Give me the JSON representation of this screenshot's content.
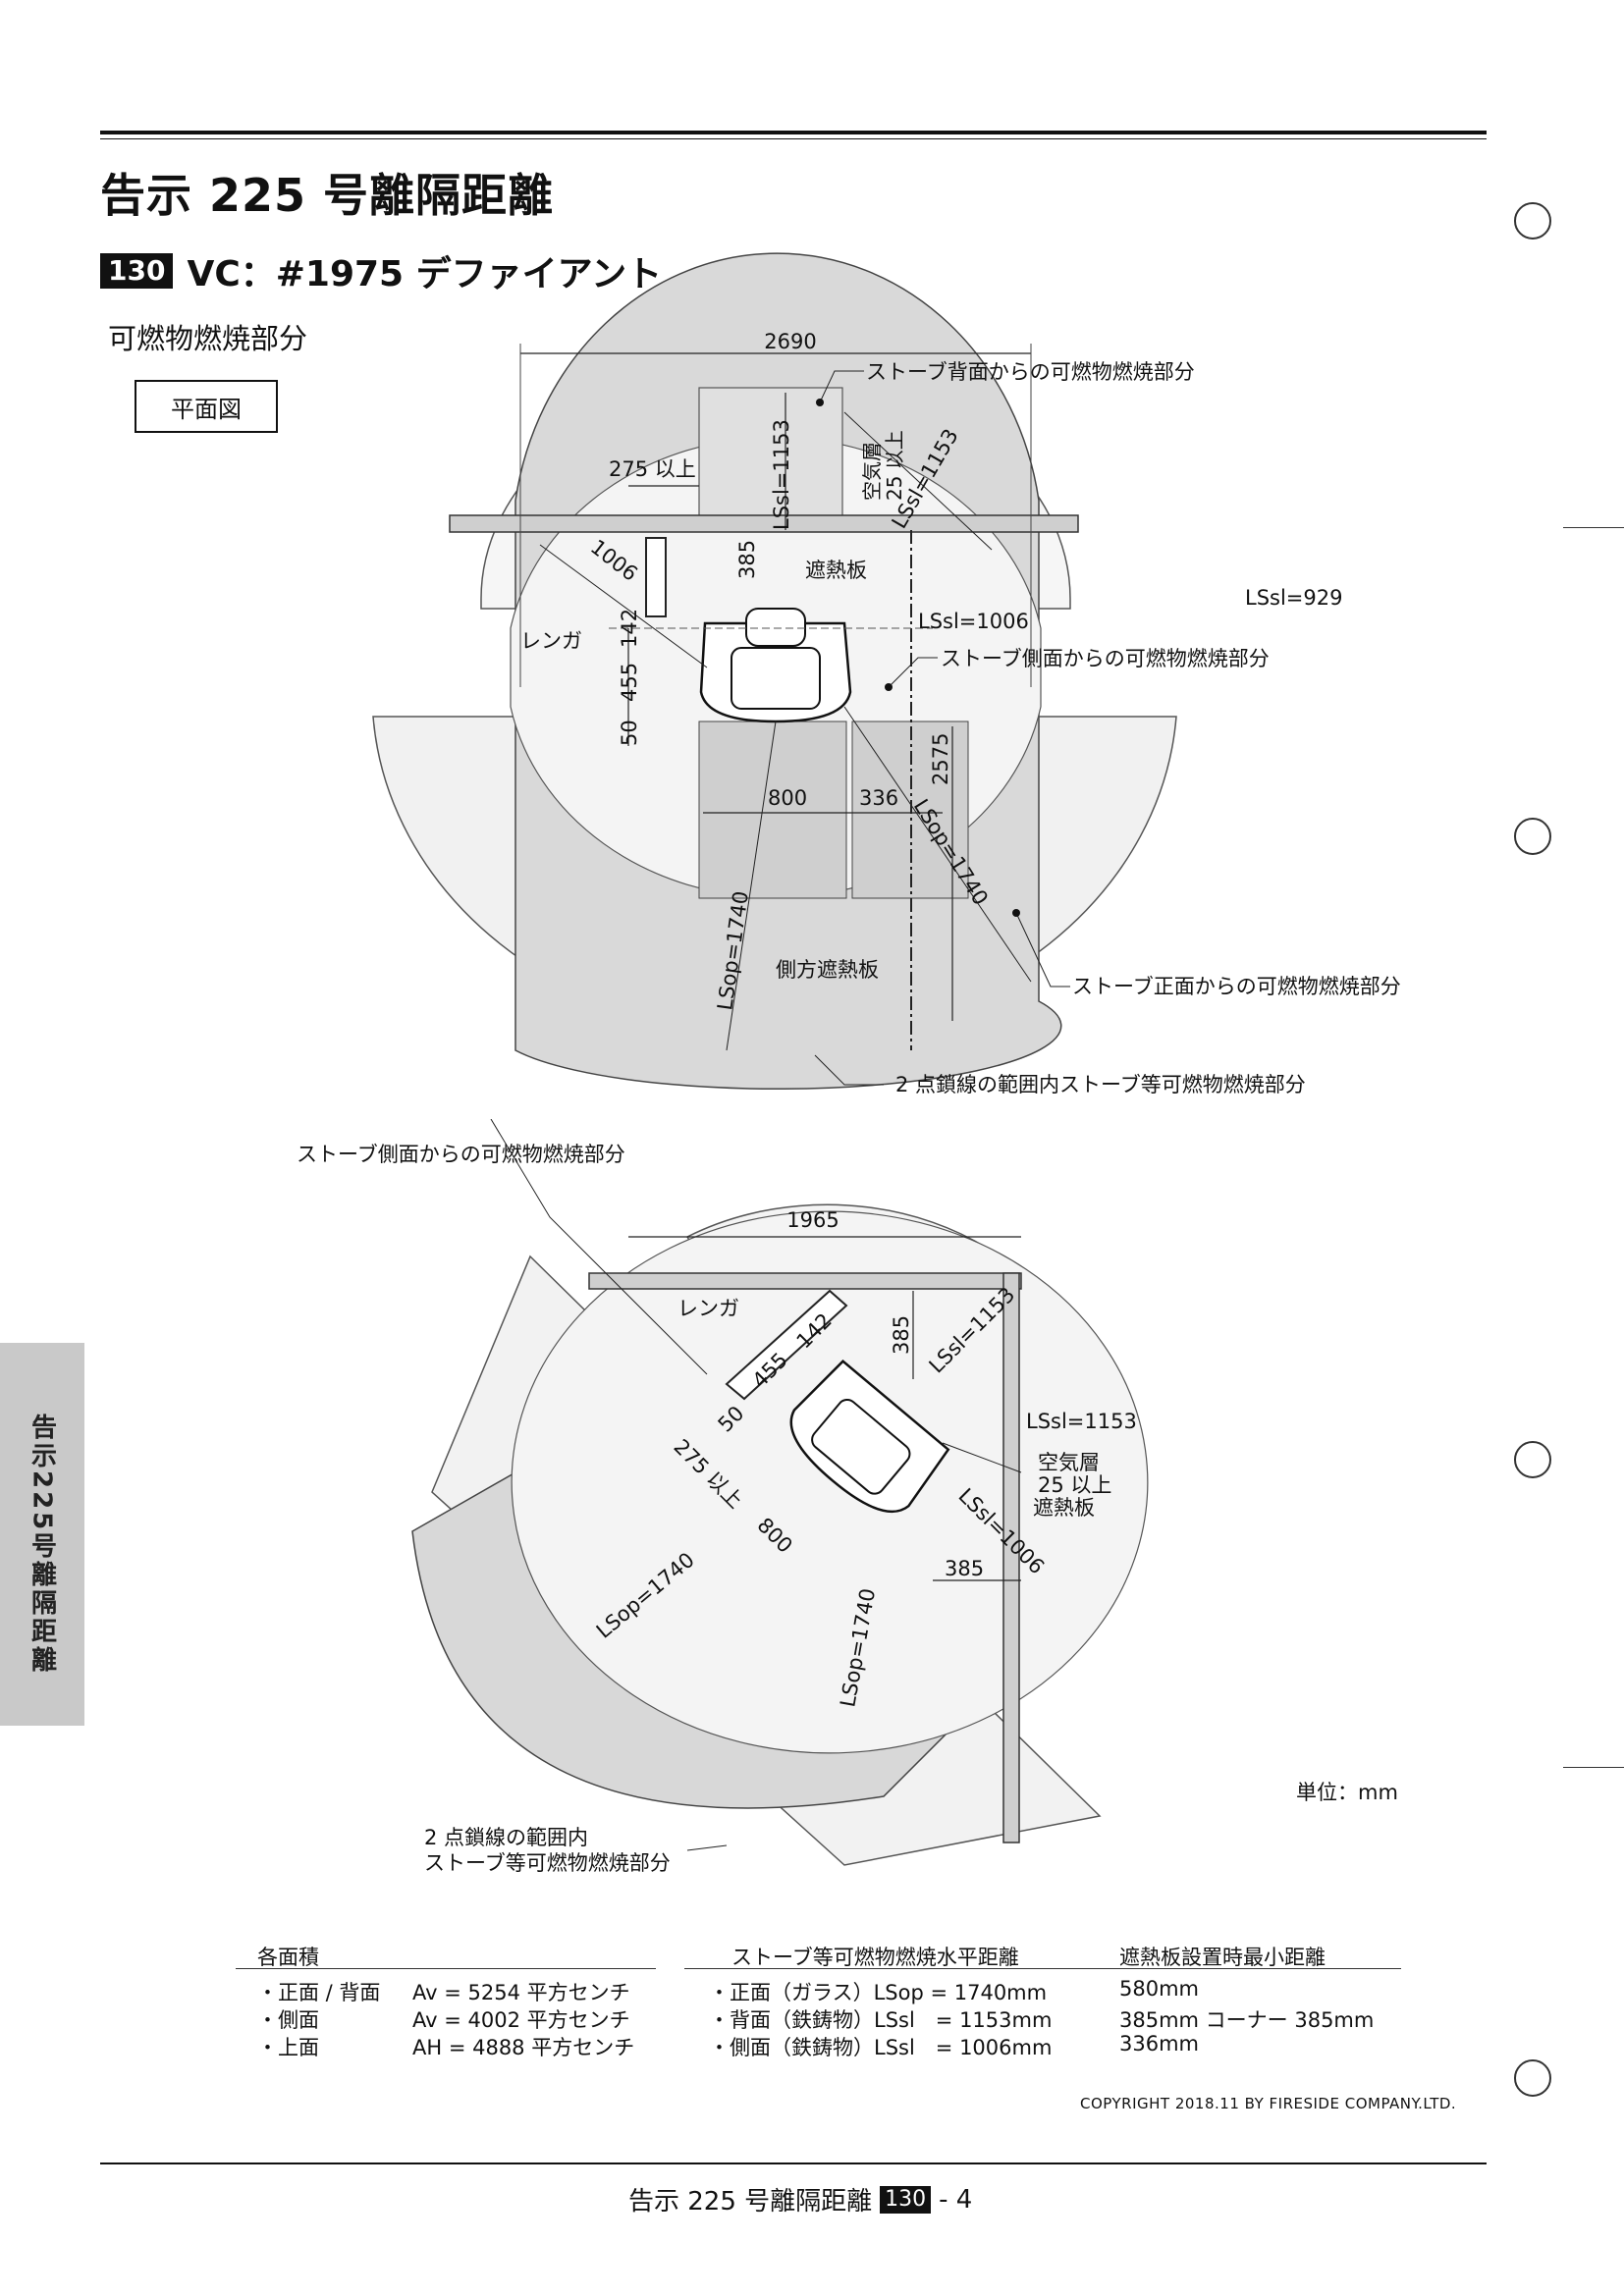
{
  "header": {
    "title": "告示 225 号離隔距離",
    "model_number": "130",
    "model_name": "VC：#1975 デファイアント"
  },
  "section_heading": "可燃物燃焼部分",
  "plan_label": "平面図",
  "side_tab": "告示225号離隔距離",
  "diagram1": {
    "dim_width": "2690",
    "callout_back": "ストーブ背面からの可燃物燃焼部分",
    "dim_275": "275 以上",
    "lssl_1153": "LSsl=1153",
    "air_layer": "空気層",
    "air_layer_min": "25 以上",
    "lssl_1153_diag": "LSsl=1153",
    "lssl_1006_diag": "1006",
    "dim_385": "385",
    "heat_shield": "遮熱板",
    "brick": "レンガ",
    "dim_142": "142",
    "dim_455": "455",
    "dim_50": "50",
    "lssl_1006": "LSsl=1006",
    "lssl_929": "LSsl=929",
    "callout_side": "ストーブ側面からの可燃物燃焼部分",
    "dim_2575": "2575",
    "dim_800": "800",
    "dim_336": "336",
    "lsop_1740_a": "LSop=1740",
    "lsop_1740_b": "LSop=1740",
    "side_heat_shield": "側方遮熱板",
    "callout_front": "ストーブ正面からの可燃物燃焼部分",
    "callout_chain": "2 点鎖線の範囲内ストーブ等可燃物燃焼部分"
  },
  "diagram2": {
    "callout_side": "ストーブ側面からの可燃物燃焼部分",
    "dim_1965": "1965",
    "brick": "レンガ",
    "dim_385_top": "385",
    "lssl_1153_a": "LSsl=1153",
    "dim_142": "142",
    "dim_455": "455",
    "dim_50": "50",
    "lssl_1153_b": "LSsl=1153",
    "air_layer": "空気層",
    "air_layer_min": "25 以上",
    "heat_shield": "遮熱板",
    "dim_275": "275 以上",
    "dim_800": "800",
    "lssl_1006": "LSsl=1006",
    "dim_385_bottom": "385",
    "lsop_1740_a": "LSop=1740",
    "lsop_1740_b": "LSop=1740",
    "callout_chain_1": "2 点鎖線の範囲内",
    "callout_chain_2": "ストーブ等可燃物燃焼部分"
  },
  "unit": "単位：mm",
  "area_table": {
    "header": "各面積",
    "rows": [
      {
        "label": "・正面 / 背面",
        "value": "Av = 5254 平方センチ"
      },
      {
        "label": "・側面",
        "value": "Av = 4002 平方センチ"
      },
      {
        "label": "・上面",
        "value": "AH = 4888 平方センチ"
      }
    ]
  },
  "distance_table": {
    "header_left": "ストーブ等可燃物燃焼水平距離",
    "header_right": "遮熱板設置時最小距離",
    "rows": [
      {
        "label": "・正面（ガラス）LSop = 1740mm",
        "min": "580mm"
      },
      {
        "label": "・背面（鉄鋳物）LSsl　= 1153mm",
        "min": "385mm  コーナー 385mm"
      },
      {
        "label": "・側面（鉄鋳物）LSsl　= 1006mm",
        "min": "336mm"
      }
    ]
  },
  "copyright": "COPYRIGHT 2018.11  BY FIRESIDE COMPANY.LTD.",
  "footer": {
    "text": "告示 225 号離隔距離",
    "badge": "130",
    "page": "- 4"
  }
}
